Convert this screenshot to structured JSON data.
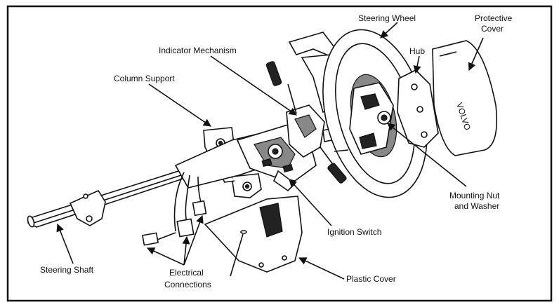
{
  "labels": {
    "steering_wheel": "Steering Wheel",
    "protective_cover_1": "Protective",
    "protective_cover_2": "Cover",
    "hub": "Hub",
    "indicator_mechanism": "Indicator Mechanism",
    "column_support": "Column Support",
    "mounting_nut_1": "Mounting Nut",
    "mounting_nut_2": "and Washer",
    "ignition_switch": "Ignition Switch",
    "steering_shaft": "Steering Shaft",
    "electrical_1": "Electrical",
    "electrical_2": "Connections",
    "plastic_cover": "Plastic Cover",
    "cover_emblem": "VOLVO"
  }
}
